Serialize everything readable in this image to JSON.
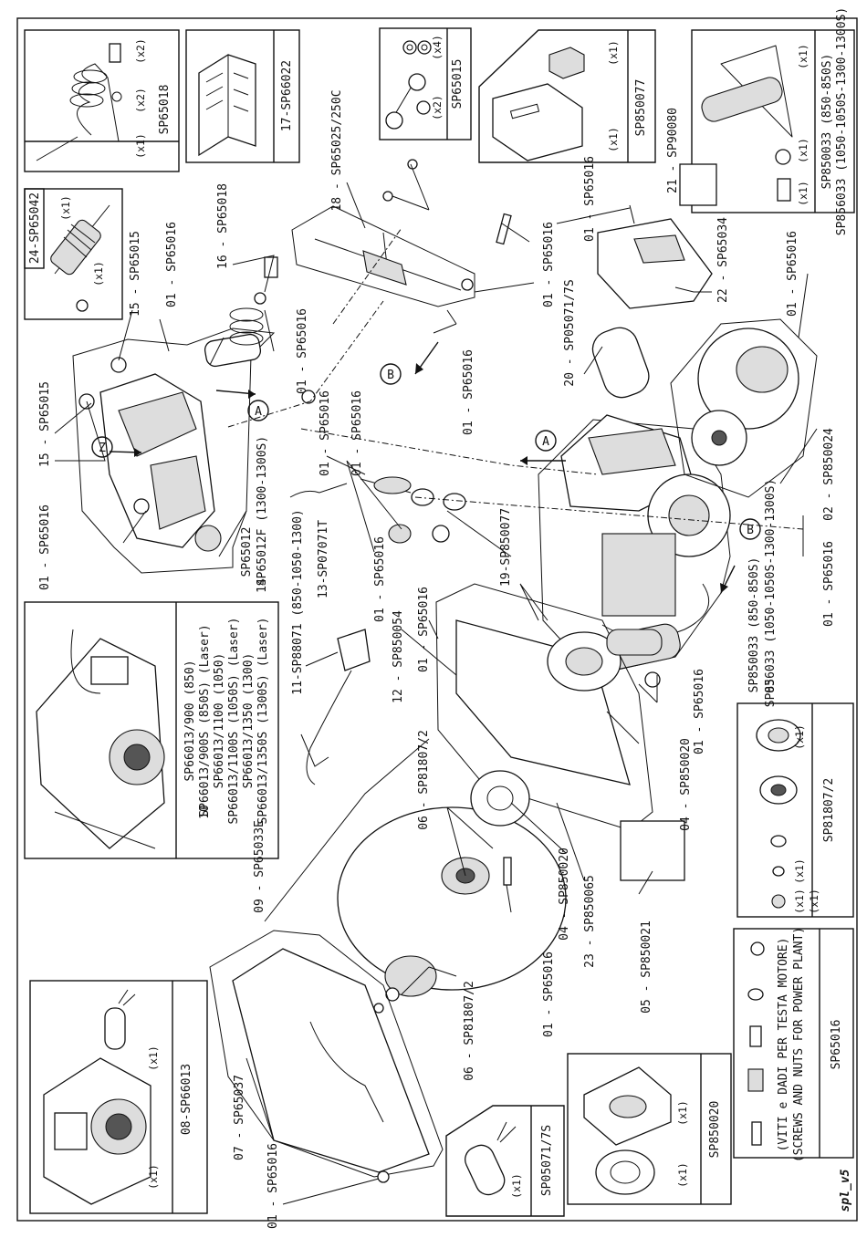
{
  "sheet_code": "spl_v5",
  "labels": {
    "l01a": "01 - SP65016",
    "l15a": "15 - SP65015",
    "l15b": "15 - SP65015",
    "l01b": "01 - SP65016",
    "l16": "16 - SP65018",
    "l14a": "SP65012",
    "l14b": "SP65012F (1300-1300S)",
    "l14n": "14",
    "l13": "13-SP07071T",
    "l01c": "01 - SP65016",
    "l01d": "01 - SP65016",
    "l01e": "01 - SP65016",
    "l18": "18 - SP65025/250C",
    "l01f": "01 - SP65016",
    "l01g": "01 - SP65016",
    "l01h": "01 - SP65016",
    "l20": "20 - SP05071/7S",
    "l01i": "01 - SP65016",
    "l22": "22 - SP65034",
    "l21": "21 - SP90080",
    "l01j": "01 - SP65016",
    "l02": "02 - SP850024",
    "l01k": "01 - SP65016",
    "l03a": "SP850033 (850-850S)",
    "l03b": "SP856033 (1050-1050S-1300-1300S)",
    "l03n": "03",
    "l19": "19-SP850077",
    "l12": "12 - SP850054",
    "l11": "11-SP88071 (850-1050-1300)",
    "l01l": "01 - SP65016",
    "l01m": "01 - SP65016",
    "l04a": "04 - SP850020",
    "l04b": "04 - SP850020",
    "l23": "23 - SP850065",
    "l05": "05 - SP850021",
    "l06a": "06 - SP81807/2",
    "l06b": "06 - SP81807/2",
    "l01n": "01 - SP65016",
    "l09": "09 - SP65033E",
    "l07": "07 - SP65037",
    "l01o": "01 - SP65016"
  },
  "boxes": {
    "b1": {
      "code": "SP65018",
      "q1": "(x2)",
      "q2": "(x2)",
      "q3": "(x1)"
    },
    "b2": {
      "code": "17-SP66022"
    },
    "b3": {
      "code": "SP65015",
      "q1": "(x4)",
      "q2": "(x2)"
    },
    "b4": {
      "code": "SP850077",
      "q1": "(x1)",
      "q2": "(x1)"
    },
    "b5": {
      "code1": "SP850033 (850-850S)",
      "code2": "SP856033 (1050-1050S-1300-1300S)",
      "q1": "(x1)",
      "q2": "(x1)",
      "q3": "(x1)"
    },
    "b6": {
      "title": "24-SP65042",
      "q1": "(x1)",
      "q2": "(x1)"
    },
    "b7": {
      "num": "10",
      "lines": [
        "SP66013/900 (850)",
        "SP66013/900S (850S) (Laser)",
        "SP66013/1100 (1050)",
        "SP66013/1100S (1050S) (Laser)",
        "SP66013/1350 (1300)",
        "SP66013/1350S (1300S) (Laser)"
      ]
    },
    "b8": {
      "code": "SP81807/2",
      "q1": "(x1)",
      "q2": "(x1)",
      "q3": "(x1)",
      "q4": "(x1)"
    },
    "b9": {
      "code": "SP65016",
      "line1": "(VITI e DADI PER TESTA MOTORE)",
      "line2": "(SCREWS AND NUTS FOR POWER PLANT)"
    },
    "b10": {
      "code": "SP850020",
      "q1": "(x1)",
      "q2": "(x1)"
    },
    "b11": {
      "code": "SP05071/7S",
      "q1": "(x1)"
    },
    "b12": {
      "code": "08-SP66013",
      "q1": "(x1)",
      "q2": "(x1)"
    }
  },
  "markers": {
    "A": "A",
    "B": "B",
    "Z": "Z"
  }
}
